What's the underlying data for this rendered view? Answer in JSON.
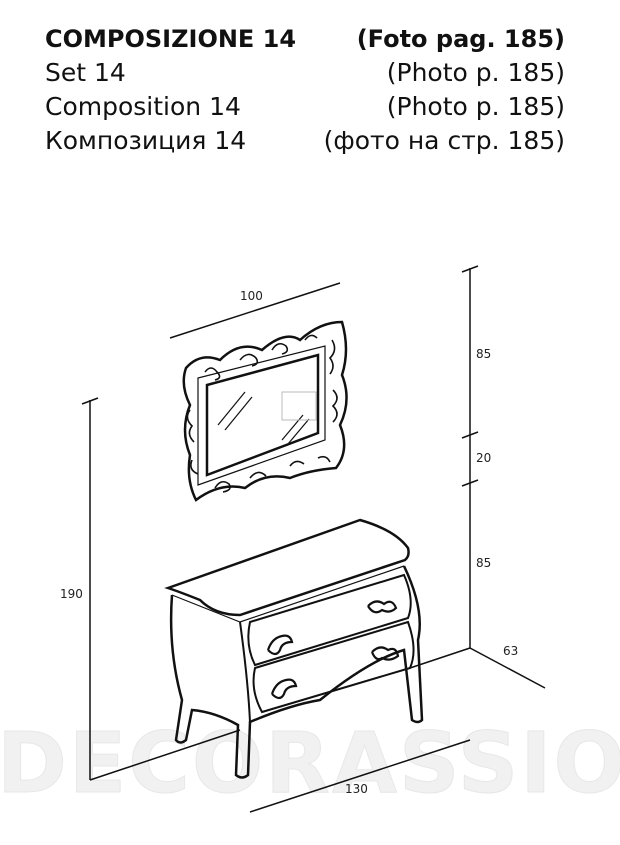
{
  "header": {
    "lines": [
      {
        "left": "COMPOSIZIONE  14",
        "right": "(Foto pag. 185)"
      },
      {
        "left": "Set  14",
        "right": "(Photo p. 185)"
      },
      {
        "left": "Composition 14",
        "right": "(Photo p. 185)"
      },
      {
        "left": "Композиция  14",
        "right": "(фото на стр. 185)"
      }
    ]
  },
  "dimensions": {
    "mirror_width": "100",
    "mirror_height": "85",
    "gap": "20",
    "dresser_height": "85",
    "total_height": "190",
    "dresser_width": "130",
    "depth": "63"
  },
  "watermark": "DECORASSIO"
}
